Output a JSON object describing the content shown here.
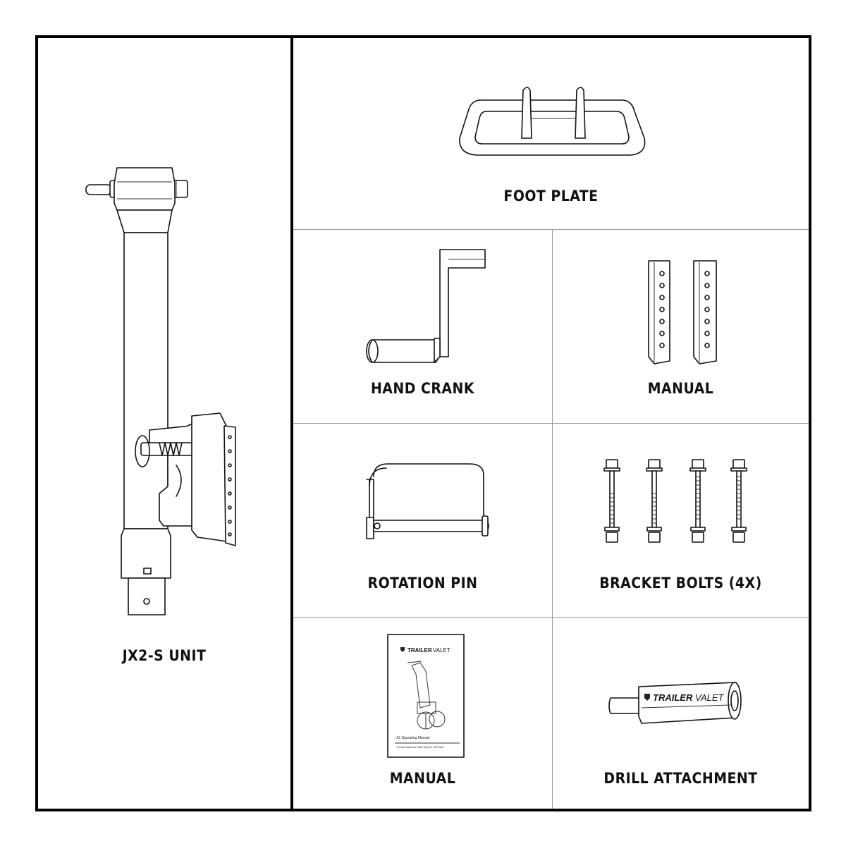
{
  "items": {
    "unit": {
      "label": "JX2-S UNIT"
    },
    "foot_plate": {
      "label": "FOOT PLATE"
    },
    "hand_crank": {
      "label": "HAND CRANK"
    },
    "brackets": {
      "label": "MANUAL"
    },
    "rotation_pin": {
      "label": "ROTATION PIN"
    },
    "bolts": {
      "label": "BRACKET BOLTS (4X)"
    },
    "manual": {
      "label": "MANUAL"
    },
    "drill": {
      "label": "DRILL ATTACHMENT"
    }
  },
  "brand": {
    "name_bold": "TRAILER",
    "name_light": "VALET"
  },
  "manual_cover": {
    "title": "XL Operating Manual",
    "subtitle": "The Most Advanced Trailer Dolly On The Planet"
  }
}
